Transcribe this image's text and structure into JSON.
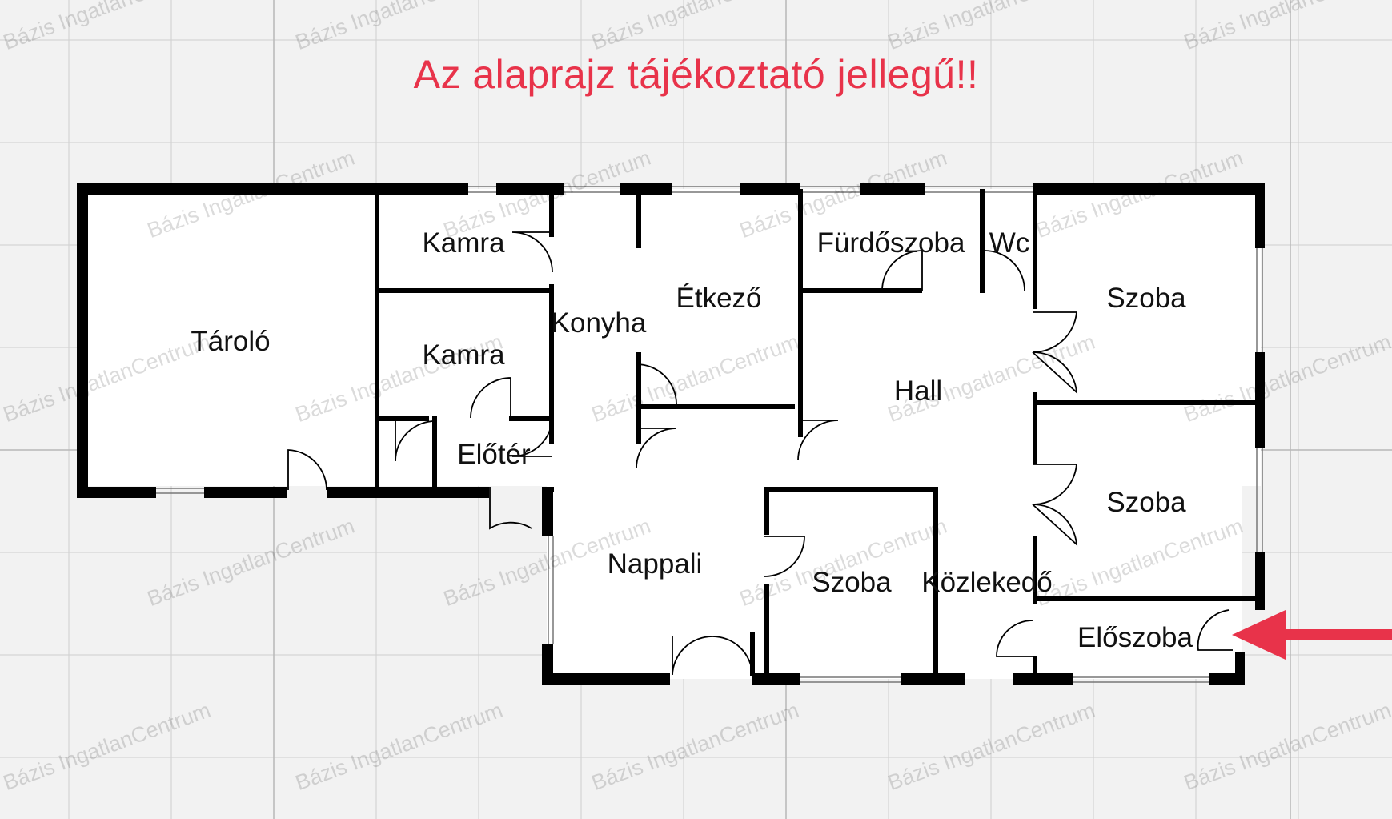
{
  "disclaimer": "Az alaprajz tájékoztató jellegű!!",
  "watermark": "Bázis IngatlanCentrum",
  "rooms": {
    "tarolo": "Tároló",
    "kamra_top": "Kamra",
    "kamra_mid": "Kamra",
    "eloter": "Előtér",
    "konyha": "Konyha",
    "etkezo": "Étkező",
    "furdoszoba": "Fürdőszoba",
    "wc": "Wc",
    "hall": "Hall",
    "szoba_upper": "Szoba",
    "szoba_middle": "Szoba",
    "nappali": "Nappali",
    "szoba_lower": "Szoba",
    "kozlekedo": "Közlekedő",
    "eloszoba": "Előszoba"
  },
  "colors": {
    "background": "#f2f2f2",
    "grid": "#cfcfcf",
    "wall": "#000000",
    "accent": "#e8334a"
  },
  "icons": {
    "entrance_arrow": "arrow-left-icon"
  }
}
